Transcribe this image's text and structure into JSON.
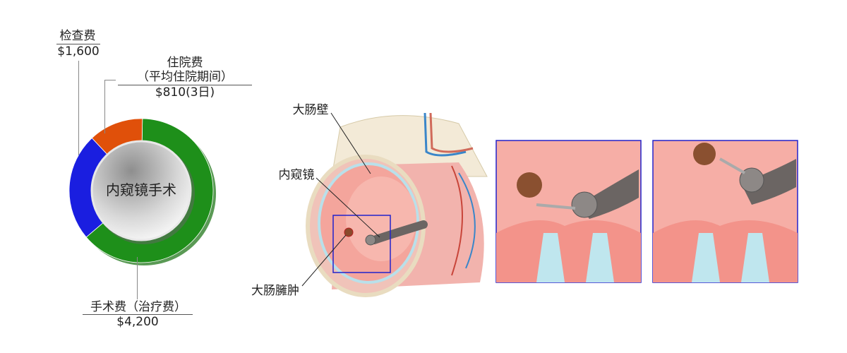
{
  "chart_data": {
    "type": "pie",
    "variant": "donut",
    "center_label": "内窥镜手术",
    "start_angle_deg": 1,
    "slices": [
      {
        "name": "手术费（治疗费）",
        "value": 4200,
        "value_label": "$4,200",
        "color": "#1e8f1a"
      },
      {
        "name": "检查费",
        "value": 1600,
        "value_label": "$1,600",
        "color": "#1a1ee0"
      },
      {
        "name": "住院费",
        "sub_label": "（平均住院期间）",
        "value": 810,
        "value_label": "$810(3日)",
        "color": "#e0500a"
      }
    ]
  },
  "illustration": {
    "labels": {
      "wall": "大肠壁",
      "endoscope": "内窥镜",
      "polyp": "大肠臃肿"
    }
  }
}
